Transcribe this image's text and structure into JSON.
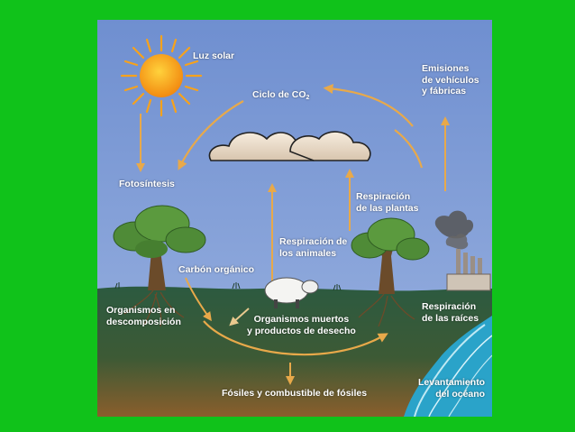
{
  "diagram": {
    "labels": {
      "sun": "Luz solar",
      "cycle": "Ciclo de CO",
      "cycle_sub": "2",
      "emissions": [
        "Emisiones",
        "de vehículos",
        "y fábricas"
      ],
      "photosynthesis": "Fotosíntesis",
      "plant_respiration": [
        "Respiración",
        "de las plantas"
      ],
      "animal_respiration": [
        "Respiración de",
        "los animales"
      ],
      "organic_carbon": "Carbón orgánico",
      "decomposition": [
        "Organismos en",
        "descomposición"
      ],
      "dead_organisms": [
        "Organismos muertos",
        "y productos de desecho"
      ],
      "root_respiration": [
        "Respiración",
        "de las raíces"
      ],
      "fossils": "Fósiles y combustible de fósiles",
      "ocean": [
        "Levantamiento",
        "del océano"
      ]
    },
    "colors": {
      "background": "#10c21a",
      "sky": "#7f9ed8",
      "ground": "#2f5b3d",
      "soil": "#7a5a33",
      "arrow": "#e8a94a",
      "sun": "#f7a21b",
      "ocean": "#2aa3c9"
    }
  }
}
